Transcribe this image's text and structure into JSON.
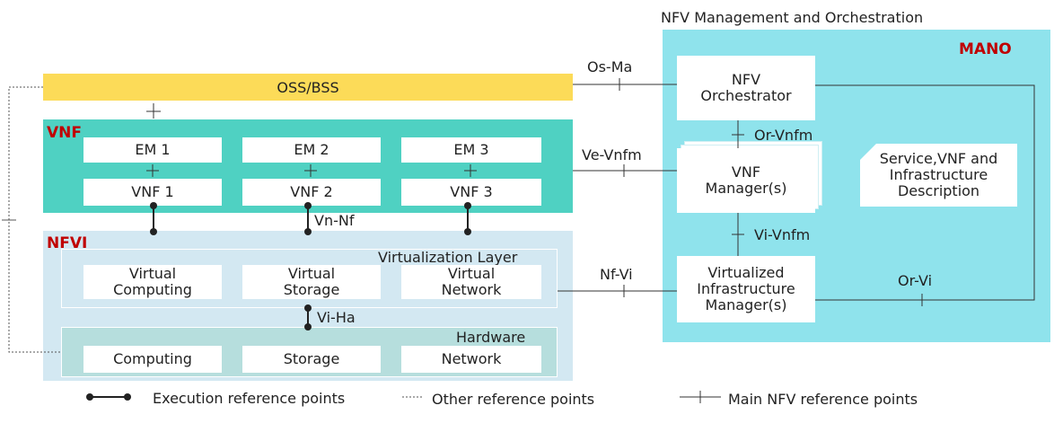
{
  "mano": {
    "header": "NFV Management and Orchestration",
    "title": "MANO",
    "orchestrator": "NFV\nOrchestrator",
    "vnf_manager": "VNF\nManager(s)",
    "vim": "Virtualized\nInfrastructure\nManager(s)",
    "description": "Service,VNF and\nInfrastructure\nDescription"
  },
  "oss": {
    "label": "OSS/BSS"
  },
  "vnf": {
    "title": "VNF",
    "ems": [
      "EM 1",
      "EM 2",
      "EM 3"
    ],
    "vnfs": [
      "VNF 1",
      "VNF 2",
      "VNF 3"
    ]
  },
  "nfvi": {
    "title": "NFVI",
    "virt_layer": "Virtualization Layer",
    "virtual": [
      "Virtual\nComputing",
      "Virtual\nStorage",
      "Virtual\nNetwork"
    ],
    "hardware_label": "Hardware",
    "hardware": [
      "Computing",
      "Storage",
      "Network"
    ]
  },
  "ref_points": {
    "os_ma": "Os-Ma",
    "ve_vnfm": "Ve-Vnfm",
    "nf_vi": "Nf-Vi",
    "or_vnfm": "Or-Vnfm",
    "vi_vnfm": "Vi-Vnfm",
    "or_vi": "Or-Vi",
    "vn_nf": "Vn-Nf",
    "vi_ha": "Vi-Ha"
  },
  "legend": {
    "execution": "Execution reference points",
    "other": "Other reference points",
    "main": "Main NFV reference points"
  },
  "colors": {
    "mano_bg": "#8fe3ec",
    "oss_bg": "#fcdb58",
    "vnf_bg": "#4fd1c2",
    "nfvi_bg": "#d3e8f2",
    "hardware_bg": "#b6dedd",
    "title_red": "#c00000"
  }
}
